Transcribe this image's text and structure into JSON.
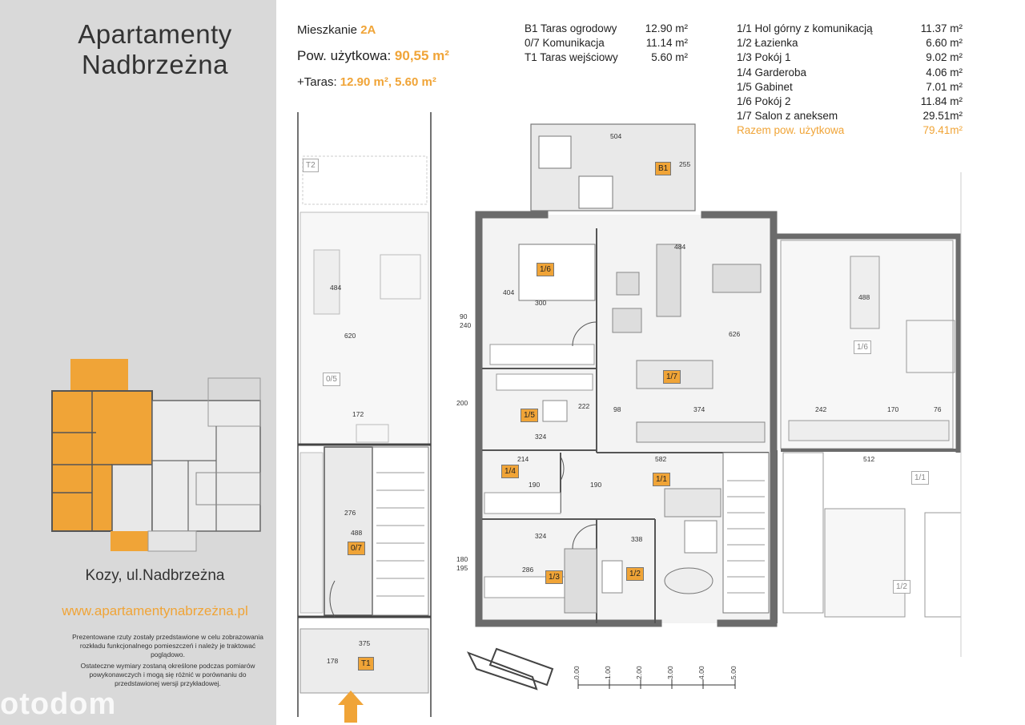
{
  "brand": {
    "title_line1": "Apartamenty",
    "title_line2": "Nadbrzeżna",
    "location": "Kozy, ul.Nadbrzeżna",
    "website": "www.apartamentynabrzeżna.pl",
    "disclaimer1": "Prezentowane rzuty zostały przedstawione w celu zobrazowania rozkładu funkcjonalnego pomieszczeń i należy je traktować poglądowo.",
    "disclaimer2": "Ostateczne wymiary zostaną określone podczas pomiarów powykonawczych i mogą się różnić w porównaniu do przedstawionej wersji przykładowej.",
    "watermark": "otodom"
  },
  "header": {
    "apartment_label": "Mieszkanie",
    "apartment_value": "2A",
    "area_label": "Pow. użytkowa:",
    "area_value": "90,55 m²",
    "terrace_label": "+Taras:",
    "terrace_value": "12.90 m², 5.60 m²"
  },
  "terraces": [
    {
      "name": "B1 Taras ogrodowy",
      "value": "12.90 m²"
    },
    {
      "name": "0/7 Komunikacja",
      "value": "11.14 m²"
    },
    {
      "name": "T1 Taras wejściowy",
      "value": "5.60 m²"
    }
  ],
  "rooms": [
    {
      "name": "1/1 Hol górny z komunikacją",
      "value": "11.37 m²"
    },
    {
      "name": "1/2 Łazienka",
      "value": "6.60 m²"
    },
    {
      "name": "1/3 Pokój 1",
      "value": "9.02 m²"
    },
    {
      "name": "1/4 Garderoba",
      "value": "4.06 m²"
    },
    {
      "name": "1/5 Gabinet",
      "value": "7.01 m²"
    },
    {
      "name": "1/6 Pokój 2",
      "value": "11.84 m²"
    },
    {
      "name": "1/7 Salon z aneksem",
      "value": "29.51m²"
    },
    {
      "name": "Razem pow. użytkowa",
      "value": "79.41m²"
    }
  ],
  "plan_tags": {
    "b1": "B1",
    "r16": "1/6",
    "r17": "1/7",
    "r15": "1/5",
    "r14": "1/4",
    "r11": "1/1",
    "r13": "1/3",
    "r12": "1/2",
    "r07": "0/7",
    "t1": "T1",
    "t2": "T2",
    "r05": "0/5",
    "g16": "1/6",
    "g11": "1/1",
    "g12": "1/2"
  },
  "dims": {
    "d504": "504",
    "d255": "255",
    "d484": "484",
    "d404": "404",
    "d300": "300",
    "d626": "626",
    "d222": "222",
    "d324a": "324",
    "d98": "98",
    "d374": "374",
    "d214": "214",
    "d190a": "190",
    "d190b": "190",
    "d582": "582",
    "d324b": "324",
    "d286": "286",
    "d338": "338",
    "d276": "276",
    "d488": "488",
    "d375": "375",
    "d178": "178",
    "d620": "620",
    "d484b": "484",
    "d172": "172",
    "d512": "512",
    "d242": "242",
    "d170": "170",
    "d76": "76",
    "d488b": "488",
    "w90": "90",
    "w240": "240",
    "w200": "200",
    "w180": "180",
    "w195": "195"
  },
  "scale": {
    "ticks": [
      "0.00",
      "1.00",
      "2.00",
      "3.00",
      "4.00",
      "5.00"
    ]
  },
  "colors": {
    "accent": "#f0a437",
    "sidebar": "#d9d9d9",
    "wall": "#6b6b6b"
  }
}
